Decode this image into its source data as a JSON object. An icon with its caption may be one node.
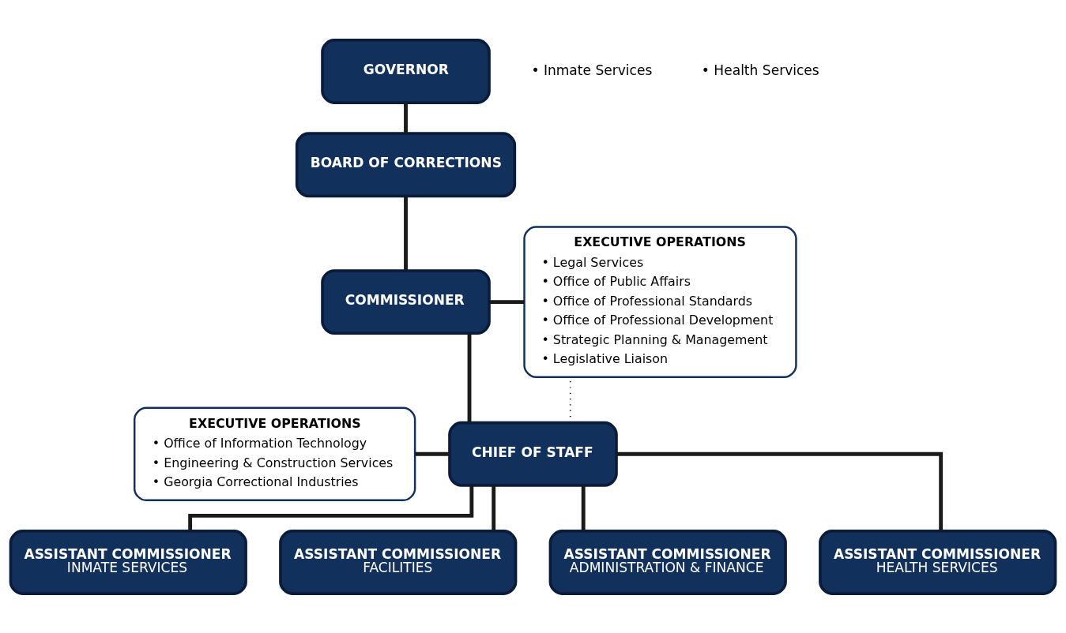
{
  "diagram": {
    "nodes": [
      {
        "text": [
          "GOVERNOR"
        ]
      },
      {
        "text": [
          "BOARD OF CORRECTIONS"
        ]
      },
      {
        "text": [
          "COMMISSIONER"
        ]
      },
      {
        "text": [
          "EXECUTIVE OPERATIONS",
          "• Legal Services",
          "• Office of Public Affairs",
          "• Office of Professional Standards",
          "• Office of Professional Development",
          "• Strategic Planning & Management",
          "• Legislative Liaison"
        ]
      },
      {
        "text": [
          "CHIEF OF STAFF"
        ]
      },
      {
        "text": [
          "EXECUTIVE OPERATIONS",
          "• Office of Information Technology",
          "• Engineering & Construction Services",
          "• Georgia Correctional Industries"
        ]
      },
      {
        "text": [
          "ASSISTANT COMMISSIONER",
          "INMATE SERVICES"
        ]
      },
      {
        "text": [
          "ASSISTANT COMMISSIONER",
          "FACILITIES"
        ]
      },
      {
        "text": [
          "ASSISTANT COMMISSIONER",
          "ADMINISTRATION & FINANCE"
        ]
      },
      {
        "text": [
          "ASSISTANT COMMISSIONER",
          "HEALTH SERVICES"
        ]
      }
    ],
    "edges": [
      {
        "from": 0,
        "to": 1,
        "arrow": "none"
      },
      {
        "from": 1,
        "to": 2,
        "arrow": "none"
      },
      {
        "from": 2,
        "to": 3,
        "arrow": "none"
      },
      {
        "from": 2,
        "to": 4,
        "arrow": "none"
      },
      {
        "from": 4,
        "to": 3,
        "arrow": "none",
        "style": "dashed"
      },
      {
        "from": 5,
        "to": 4,
        "arrow": "none"
      },
      {
        "from": 4,
        "to": 6,
        "arrow": "none"
      },
      {
        "from": 4,
        "to": 7,
        "arrow": "none"
      },
      {
        "from": 4,
        "to": 8,
        "arrow": "none"
      },
      {
        "from": 4,
        "to": 9,
        "arrow": "none"
      }
    ],
    "labels": [
      "• Inmate Services",
      "• Health Services"
    ]
  }
}
